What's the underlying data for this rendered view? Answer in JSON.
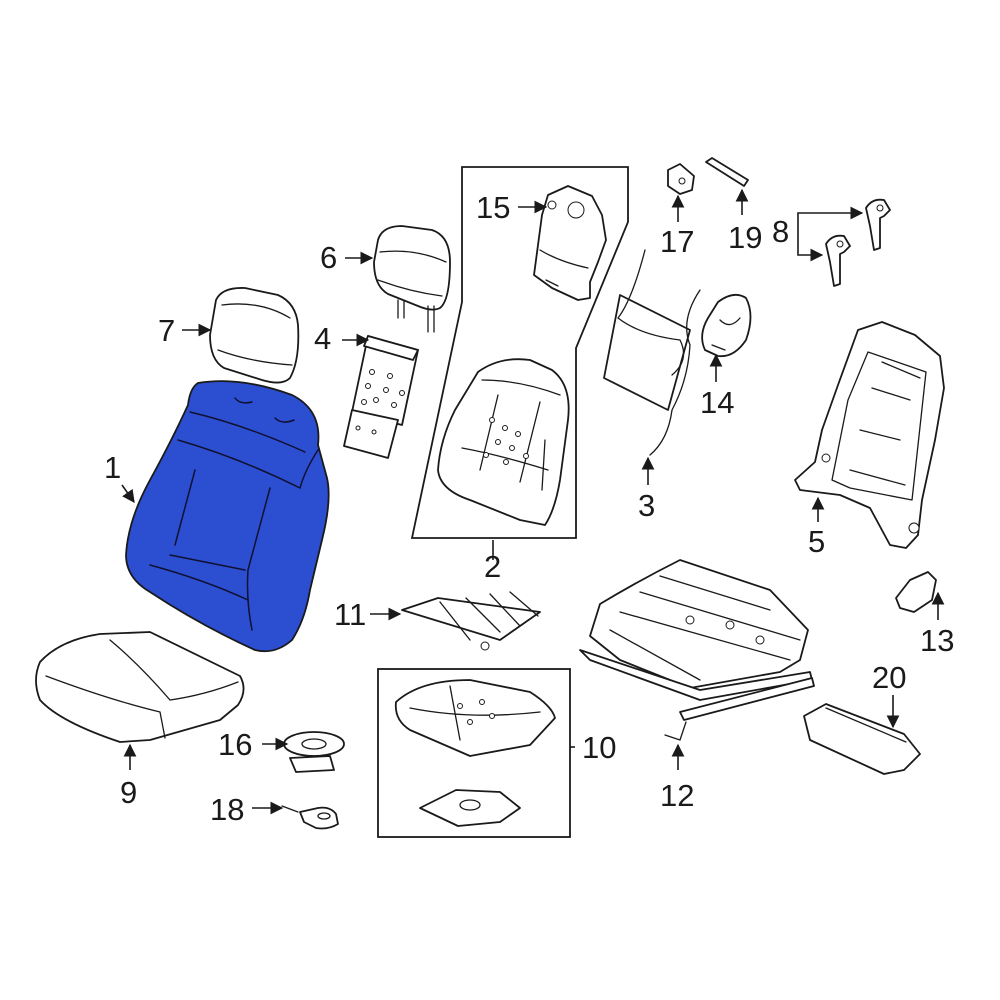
{
  "highlight_color": "#2c4fd2",
  "outline_color": "#1a1a1a",
  "callouts": {
    "c1": "1",
    "c2": "2",
    "c3": "3",
    "c4": "4",
    "c5": "5",
    "c6": "6",
    "c7": "7",
    "c8": "8",
    "c9": "9",
    "c10": "10",
    "c11": "11",
    "c12": "12",
    "c13": "13",
    "c14": "14",
    "c15": "15",
    "c16": "16",
    "c17": "17",
    "c18": "18",
    "c19": "19",
    "c20": "20"
  }
}
